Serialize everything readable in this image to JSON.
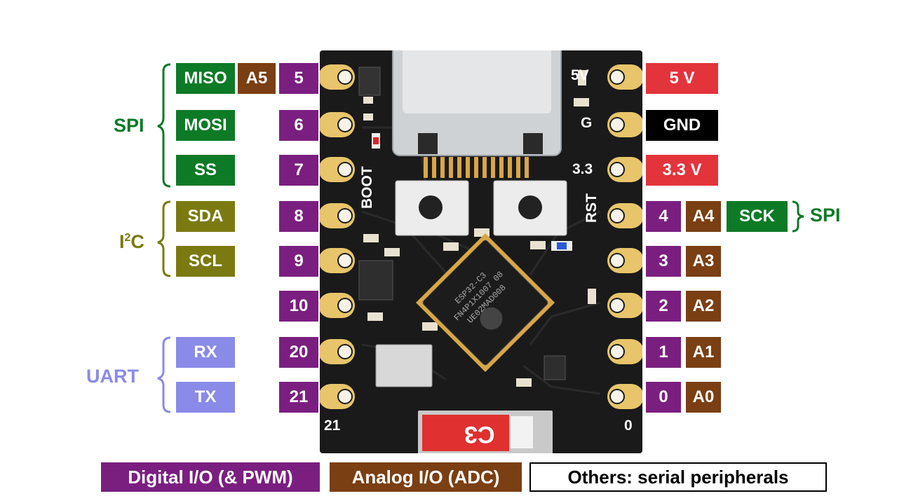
{
  "left_pins": [
    {
      "pin": "5",
      "analog": "A5",
      "func": "MISO"
    },
    {
      "pin": "6",
      "func": "MOSI"
    },
    {
      "pin": "7",
      "func": "SS"
    },
    {
      "pin": "8",
      "func": "SDA"
    },
    {
      "pin": "9",
      "func": "SCL"
    },
    {
      "pin": "10"
    },
    {
      "pin": "20",
      "func": "RX"
    },
    {
      "pin": "21",
      "func": "TX"
    }
  ],
  "right_pins": [
    {
      "silk": "5V",
      "label": "5 V"
    },
    {
      "silk": "G",
      "label": "GND"
    },
    {
      "silk": "3.3",
      "label": "3.3 V"
    },
    {
      "pin": "4",
      "analog": "A4",
      "func": "SCK"
    },
    {
      "pin": "3",
      "analog": "A3"
    },
    {
      "pin": "2",
      "analog": "A2"
    },
    {
      "pin": "1",
      "analog": "A1"
    },
    {
      "pin": "0",
      "analog": "A0"
    }
  ],
  "groups": {
    "spi_left": "SPI",
    "i2c_base": "I",
    "i2c_sup": "2",
    "i2c_tail": "C",
    "uart": "UART",
    "spi_right": "SPI"
  },
  "board": {
    "boot": "BOOT",
    "rst": "RST",
    "corner_left": "21",
    "corner_right": "0",
    "logo": "C3",
    "chip_lines": [
      "ESP32-C3",
      "FN4P1X1007 08",
      "UE02MAD008"
    ]
  },
  "legend": {
    "digital": "Digital I/O (& PWM)",
    "analog": "Analog I/O (ADC)",
    "others": "Others: serial peripherals"
  },
  "colors": {
    "digital": "#7a1f80",
    "analog": "#7a3f12",
    "spi": "#0d7a26",
    "i2c": "#7a7a10",
    "uart": "#8a8ae8",
    "power": "#e3343c",
    "ground": "#000000",
    "board": "#1a1a1a",
    "pad": "#e8c56a"
  }
}
